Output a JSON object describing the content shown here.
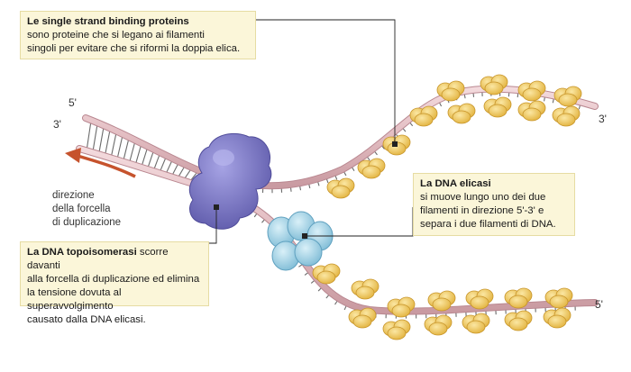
{
  "callouts": {
    "ssb": {
      "title": "Le single strand binding proteins",
      "lines": [
        "sono proteine che si legano ai filamenti",
        "singoli per evitare che si riformi la doppia elica."
      ]
    },
    "elicasi": {
      "title": "La DNA elicasi",
      "lines": [
        "si muove lungo uno dei due",
        "filamenti in direzione 5'-3' e",
        "separa i due filamenti di DNA."
      ]
    },
    "topo": {
      "title": "La DNA topoisomerasi",
      "title_rest": " scorre davanti",
      "lines": [
        "alla forcella di duplicazione ed elimina",
        "la tensione dovuta al superavvolgimento",
        "causato dalla DNA elicasi."
      ]
    }
  },
  "strand_ends": {
    "left_top": "5'",
    "left_bottom": "3'",
    "right_top": "3'",
    "right_bottom": "5'"
  },
  "direction_label": [
    "direzione",
    "della forcella",
    "di duplicazione"
  ],
  "colors": {
    "strand": "#e4c0c4",
    "strand_edge": "#b98790",
    "topoisomerase": "#7f7cc6",
    "helicase": "#a9d7ea",
    "ssb_protein": "#f3cd63",
    "arrow": "#c6532d",
    "callout_bg": "#fbf6d9"
  }
}
